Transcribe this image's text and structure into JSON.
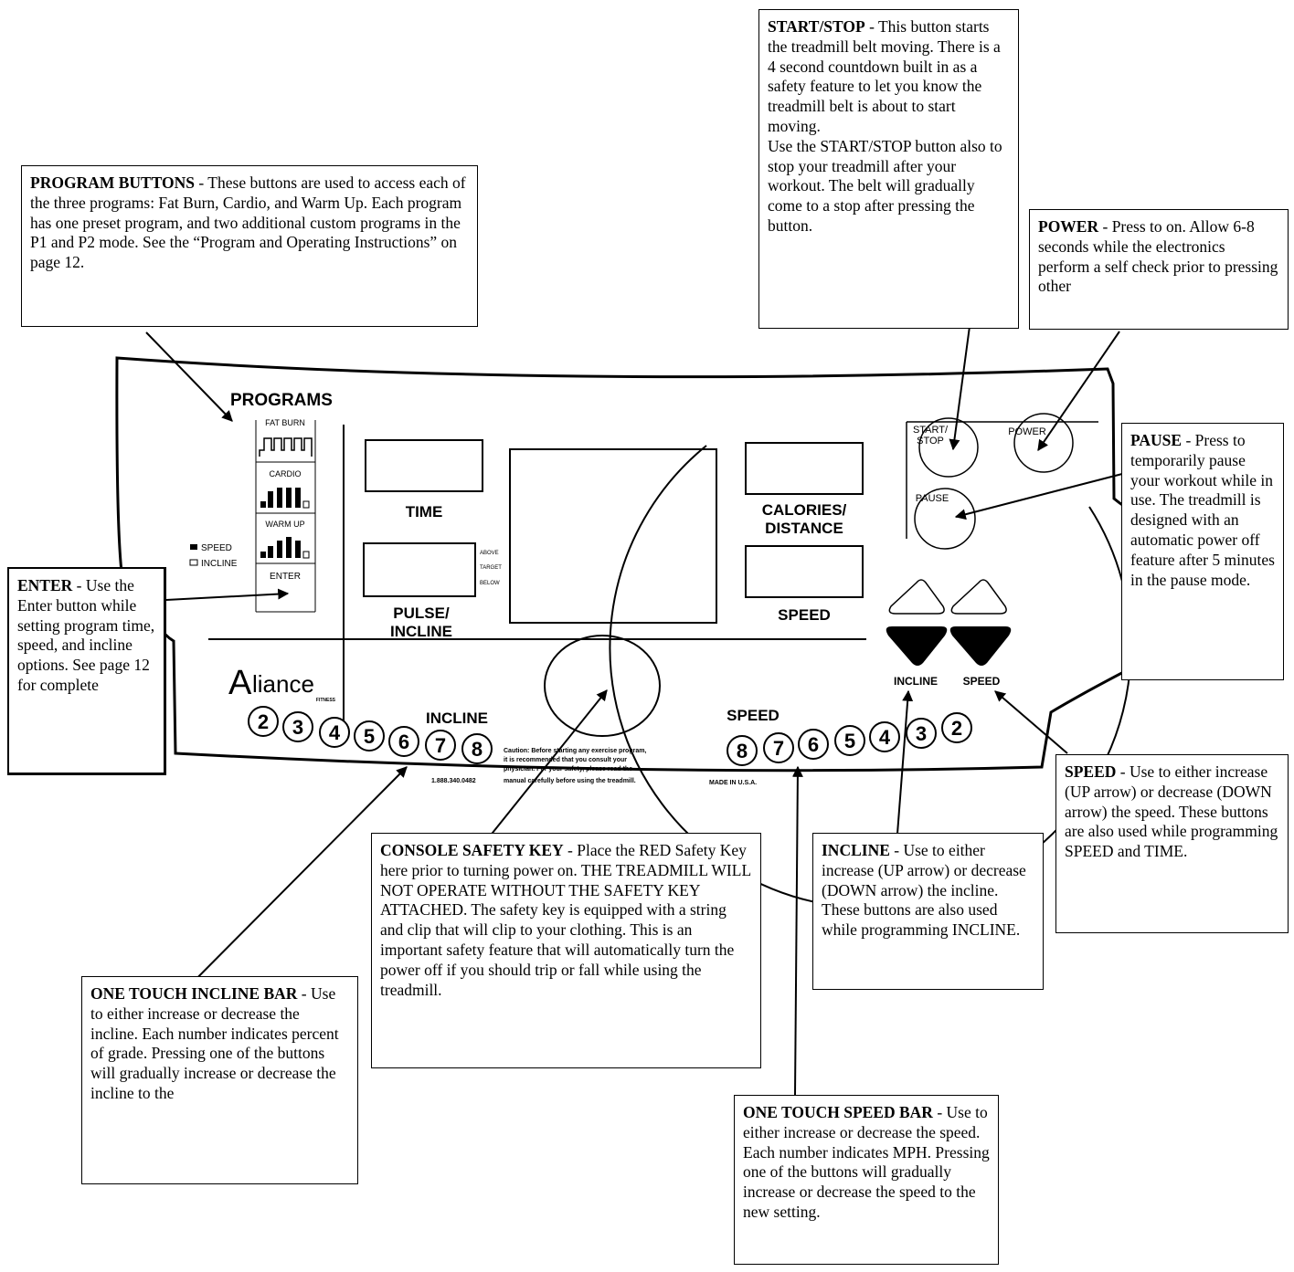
{
  "callouts": {
    "program": {
      "title": "PROGRAM BUTTONS",
      "text": " - These buttons are used to access each of the three programs:  Fat Burn, Cardio, and Warm Up.  Each program has one preset program, and two additional custom programs in the P1 and P2 mode.  See the “Program and Operating Instructions” on page 12."
    },
    "start_stop": {
      "title": "START/STOP",
      "text": " - This button starts the treadmill belt moving.  There is a 4 second countdown built in as a safety feature to let you know the treadmill belt is about to start moving.",
      "text2": "Use the  START/STOP button also to stop your treadmill after your workout.  The belt will gradually come to a stop after pressing the button."
    },
    "power": {
      "title": "POWER",
      "text": " - Press to on.  Allow 6-8 seconds while the electronics perform a self check prior to pressing other"
    },
    "pause": {
      "title": "PAUSE",
      "text": " - Press to temporarily pause your workout while in use.  The treadmill is designed with an automatic power off feature after 5 minutes in the pause mode."
    },
    "enter": {
      "title": "ENTER",
      "text": " - Use the Enter button while setting program time, speed, and incline options. See page 12 for complete"
    },
    "speed": {
      "title": "SPEED",
      "text": " - Use to either increase (UP arrow) or decrease (DOWN arrow) the speed.  These buttons are also used while programming SPEED and TIME."
    },
    "incline": {
      "title": "INCLINE",
      "text": " - Use to either increase (UP arrow) or decrease (DOWN arrow) the incline.  These buttons are also used while programming INCLINE."
    },
    "safety_key": {
      "title": "CONSOLE SAFETY KEY",
      "text": "  - Place the RED Safety Key here prior to turning power on. THE TREADMILL WILL NOT OPERATE WITHOUT THE SAFETY KEY ATTACHED. The safety key is equipped with a string and clip that will clip to your clothing.  This is an important safety feature that will automatically turn the power off if you should trip or fall while using the treadmill."
    },
    "incline_bar": {
      "title": "ONE TOUCH INCLINE BAR",
      "text": " - Use to either increase or decrease the incline.  Each number indicates percent of grade.  Pressing one of the buttons will gradually increase or decrease the incline to the"
    },
    "speed_bar": {
      "title": "ONE TOUCH SPEED BAR",
      "text": " - Use to either increase or decrease the speed.  Each number indicates MPH. Pressing one of the buttons will gradually increase or decrease the speed to the new setting."
    }
  },
  "console": {
    "programs_heading": "PROGRAMS",
    "program_buttons": [
      "FAT BURN",
      "CARDIO",
      "WARM UP",
      "ENTER"
    ],
    "legend_speed": "SPEED",
    "legend_incline": "INCLINE",
    "time_label": "TIME",
    "pulse_label_1": "PULSE/",
    "pulse_label_2": "INCLINE",
    "target_labels": [
      "ABOVE",
      "TARGET",
      "BELOW"
    ],
    "calories_label_1": "CALORIES/",
    "calories_label_2": "DISTANCE",
    "speed_label": "SPEED",
    "start_label_1": "START/",
    "start_label_2": "STOP",
    "power_label": "POWER",
    "pause_label": "PAUSE",
    "incline_arrow_label": "INCLINE",
    "speed_arrow_label": "SPEED",
    "brand_main": "liance",
    "brand_A": "A",
    "brand_sub": "FITNESS",
    "incline_bar_label": "INCLINE",
    "speed_bar_label": "SPEED",
    "incline_numbers": [
      "2",
      "3",
      "4",
      "5",
      "6",
      "7",
      "8"
    ],
    "speed_numbers": [
      "8",
      "7",
      "6",
      "5",
      "4",
      "3",
      "2"
    ],
    "caution_lines": [
      "Caution: Before starting any exercise program,",
      "it is recommended that you consult your",
      "physician. For your safety, please read the",
      "manual carefully before using the treadmill."
    ],
    "phone": "1.888.340.0482",
    "made_in": "MADE IN U.S.A."
  }
}
